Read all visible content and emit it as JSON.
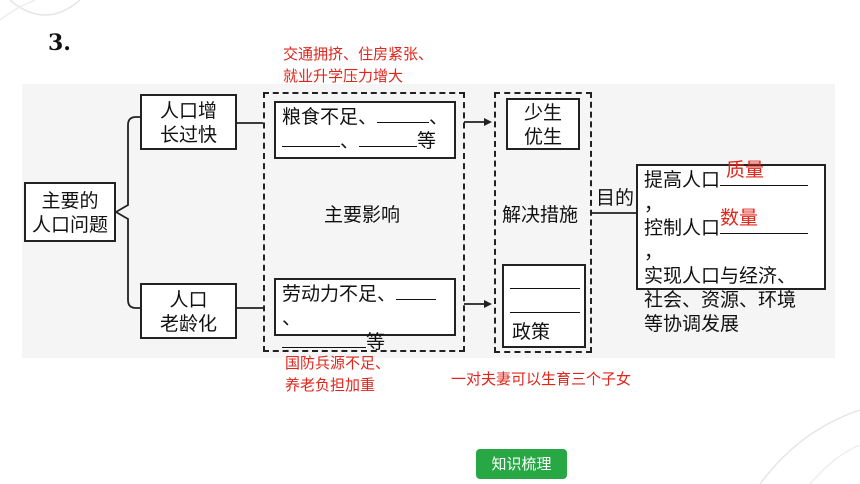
{
  "question_number": "3.",
  "left_box": "主要的\n人口问题",
  "problem_top": "人口增\n长过快",
  "problem_bottom": "人口\n老龄化",
  "effects_top_line1": "粮食不足、",
  "effects_top_sep1": "、",
  "effects_top_sep2": "、",
  "effects_top_end": "等",
  "effects_center": "主要影响",
  "effects_bottom_line1": "劳动力不足、",
  "effects_bottom_sep": "、",
  "effects_bottom_end": "等",
  "measure_top": "少生\n优生",
  "measure_center": "解决措施",
  "measure_bottom_label": "政策",
  "purpose_label": "目的",
  "goal_line1_prefix": "提高人口",
  "goal_line1_answer": "质量",
  "goal_line2_prefix": "控制人口",
  "goal_line2_answer": "数量",
  "comma": "，",
  "goal_rest": "实现人口与经济、\n社会、资源、环境\n等协调发展",
  "annotation_top": "交通拥挤、住房紧张、\n就业升学压力增大",
  "annotation_bottom": "国防兵源不足、\n养老负担加重",
  "annotation_policy": "一对夫妻可以生育三个子女",
  "button_label": "知识梳理"
}
